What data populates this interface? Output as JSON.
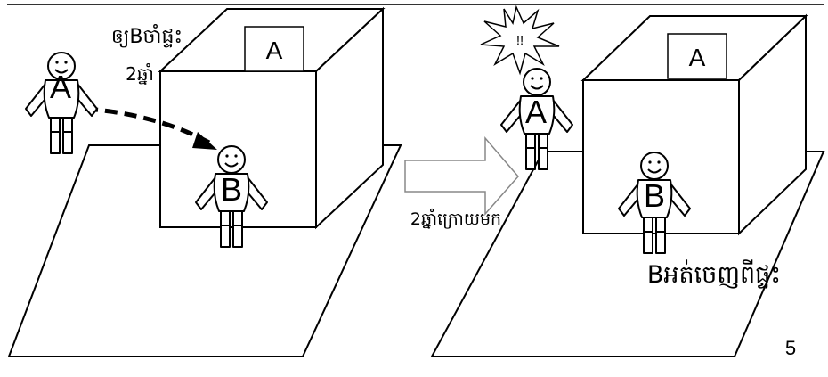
{
  "left_scene": {
    "box_sign": "A",
    "person_outside": "A",
    "person_inside": "B",
    "caption_line1": "ឲ្យBចាំផ្ទះ",
    "caption_line2": "2ឆ្នាំ"
  },
  "transition": {
    "caption": "2ឆ្នាំក្រោយមក"
  },
  "right_scene": {
    "box_sign": "A",
    "shout": "!!",
    "person_outside": "A",
    "person_inside": "B",
    "caption": "Bអត់ចេញពីផ្ទះ"
  },
  "page_number": "5"
}
